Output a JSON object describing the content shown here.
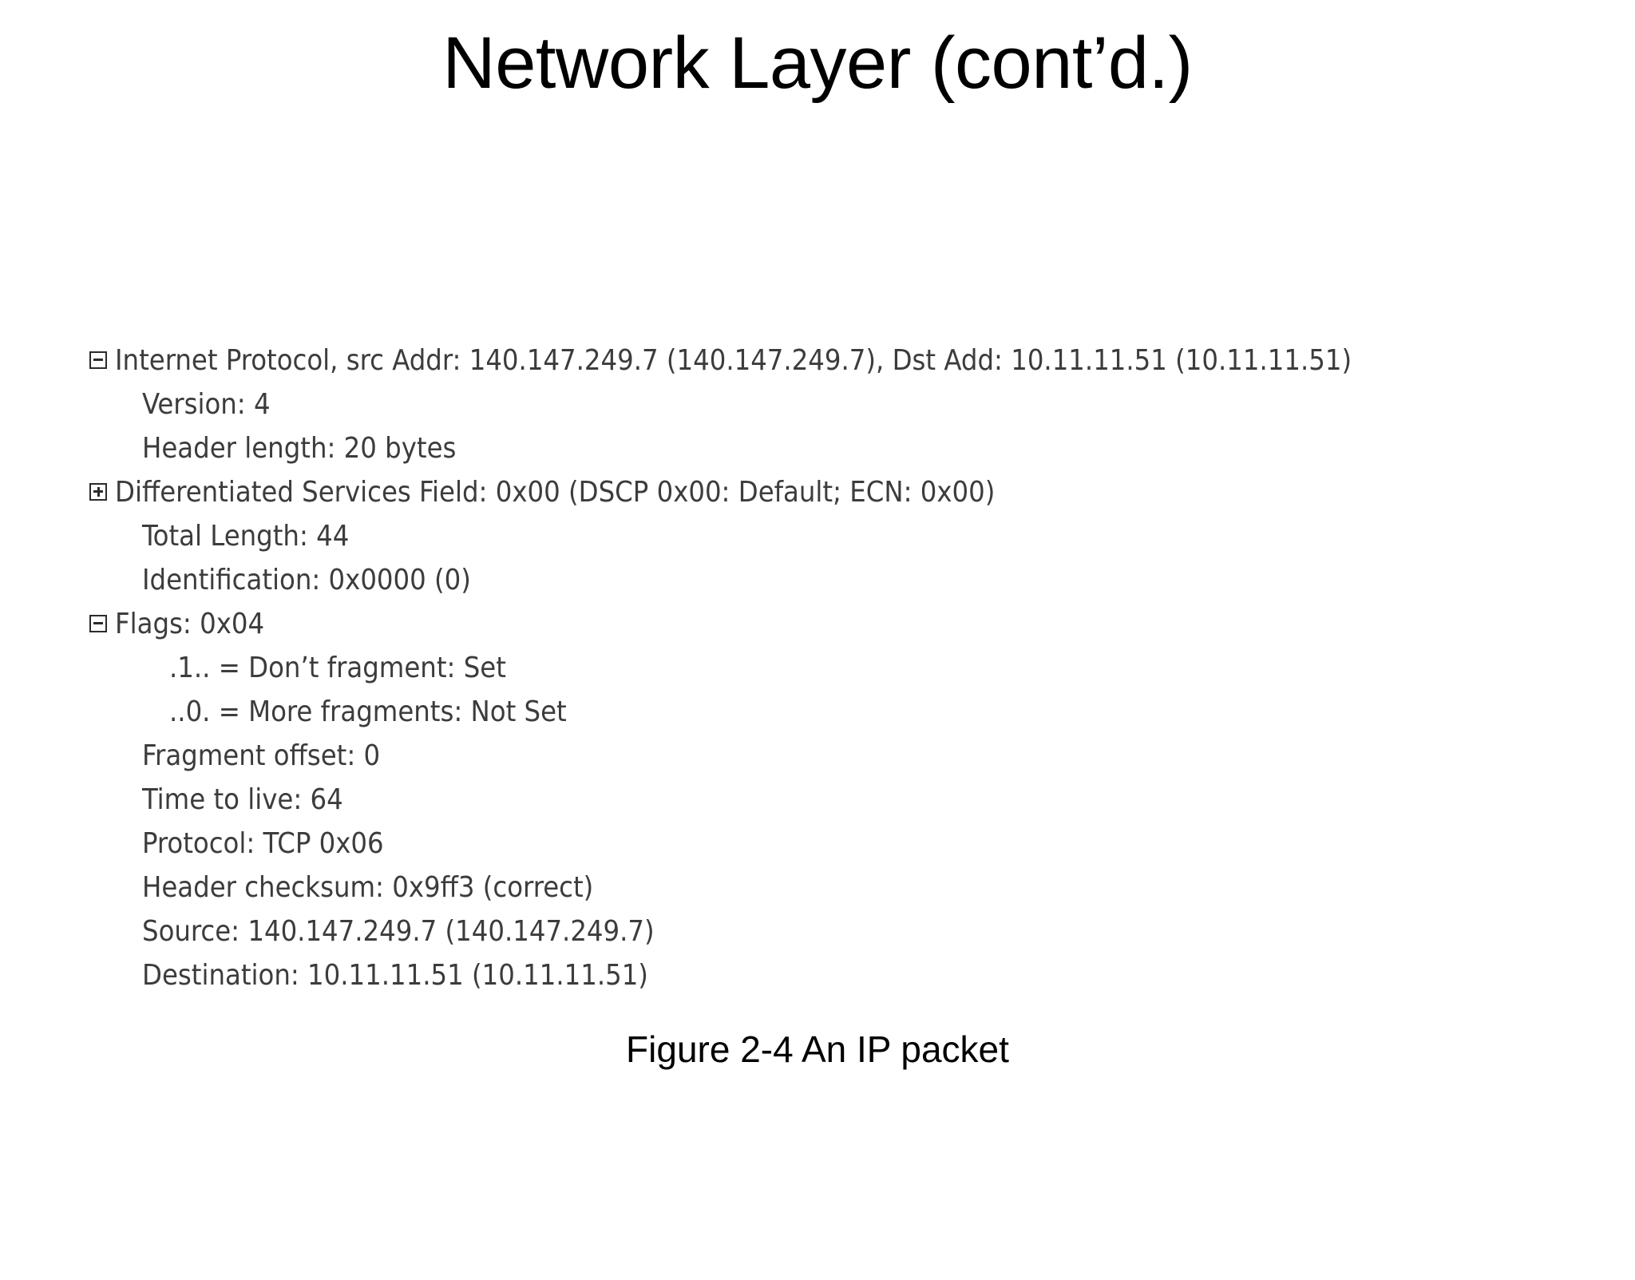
{
  "slide": {
    "title": "Network Layer (cont’d.)",
    "caption": "Figure 2-4 An IP packet",
    "background_color": "#ffffff",
    "title_color": "#000000",
    "body_text_color": "#3c3c3c"
  },
  "packet_tree": {
    "rows": [
      {
        "indent": 0,
        "toggle": "minus",
        "toggle_icon": "tree-collapse-icon",
        "text": "Internet Protocol, src Addr: 140.147.249.7 (140.147.249.7), Dst Add: 10.11.11.51 (10.11.11.51)"
      },
      {
        "indent": 1,
        "toggle": "none",
        "toggle_icon": "",
        "text": "Version: 4"
      },
      {
        "indent": 1,
        "toggle": "none",
        "toggle_icon": "",
        "text": "Header length: 20 bytes"
      },
      {
        "indent": 0,
        "toggle": "plus",
        "toggle_icon": "tree-expand-icon",
        "text": "Differentiated Services Field: 0x00 (DSCP 0x00: Default; ECN: 0x00)"
      },
      {
        "indent": 1,
        "toggle": "none",
        "toggle_icon": "",
        "text": "Total Length: 44"
      },
      {
        "indent": 1,
        "toggle": "none",
        "toggle_icon": "",
        "text": "Identification: 0x0000 (0)"
      },
      {
        "indent": 0,
        "toggle": "minus",
        "toggle_icon": "tree-collapse-icon",
        "text": "Flags: 0x04"
      },
      {
        "indent": 2,
        "toggle": "none",
        "toggle_icon": "",
        "text": ".1.. = Don’t fragment: Set"
      },
      {
        "indent": 2,
        "toggle": "none",
        "toggle_icon": "",
        "text": "..0. = More fragments: Not Set"
      },
      {
        "indent": 1,
        "toggle": "none",
        "toggle_icon": "",
        "text": "Fragment offset: 0"
      },
      {
        "indent": 1,
        "toggle": "none",
        "toggle_icon": "",
        "text": "Time to live: 64"
      },
      {
        "indent": 1,
        "toggle": "none",
        "toggle_icon": "",
        "text": "Protocol: TCP 0x06"
      },
      {
        "indent": 1,
        "toggle": "none",
        "toggle_icon": "",
        "text": "Header checksum: 0x9ff3 (correct)"
      },
      {
        "indent": 1,
        "toggle": "none",
        "toggle_icon": "",
        "text": "Source: 140.147.249.7 (140.147.249.7)"
      },
      {
        "indent": 1,
        "toggle": "none",
        "toggle_icon": "",
        "text": "Destination: 10.11.11.51 (10.11.11.51)"
      }
    ]
  }
}
